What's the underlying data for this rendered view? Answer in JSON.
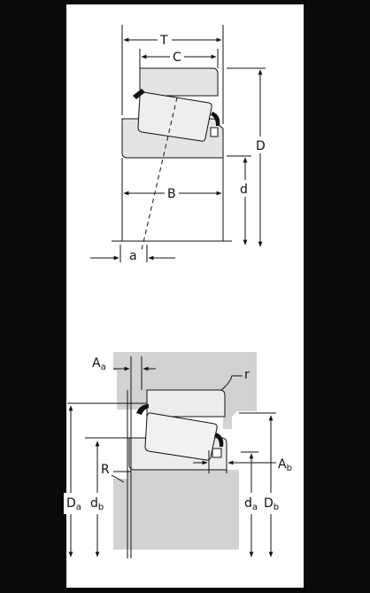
{
  "colors": {
    "background": "#0a0a0a",
    "sheet": "#ffffff",
    "part_fill": "#e4e4e4",
    "housing_fill": "#d2d2d2",
    "line": "#111111"
  },
  "top_view": {
    "labels": {
      "T": "T",
      "C": "C",
      "D": "D",
      "B": "B",
      "d": "d",
      "a": "a"
    }
  },
  "bottom_view": {
    "labels": {
      "Aa_main": "A",
      "Aa_sub": "a",
      "r": "r",
      "R": "R",
      "Ab_main": "A",
      "Ab_sub": "b",
      "Da_main": "D",
      "Da_sub": "a",
      "db_left_main": "d",
      "db_left_sub": "b",
      "da_main": "d",
      "da_sub": "a",
      "Db_main": "D",
      "Db_sub": "b"
    }
  }
}
